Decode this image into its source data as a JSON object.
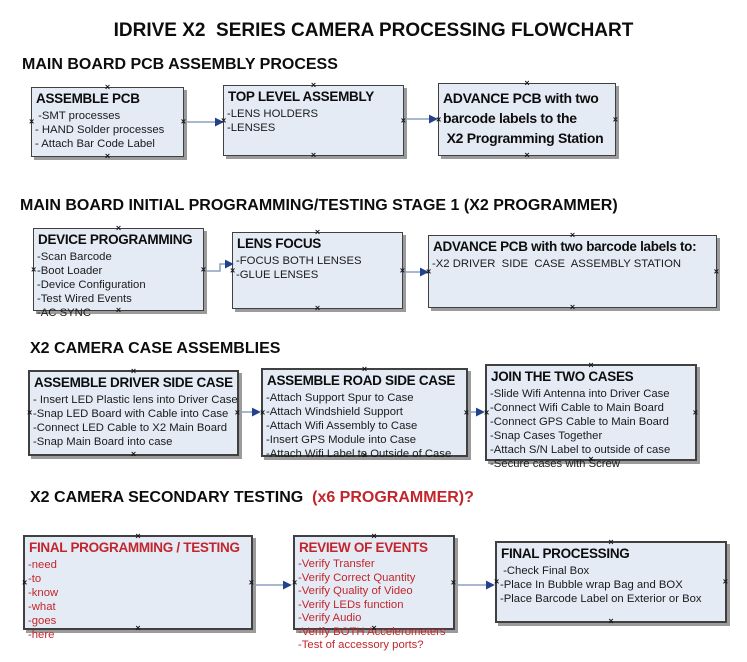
{
  "title": "IDRIVE X2  SERIES CAMERA PROCESSING FLOWCHART",
  "diagram": {
    "handle_glyph": "×"
  },
  "colors": {
    "box_fill": "#e4ebf5",
    "box_border": "#404040",
    "shadow": "#9b9b9b",
    "accent_red": "#c2262c",
    "arrow_line": "#8aa0c0",
    "arrow_head": "#24418c"
  },
  "sections": [
    {
      "heading": "MAIN BOARD PCB ASSEMBLY PROCESS",
      "boxes": [
        {
          "title": "ASSEMBLE PCB",
          "items": [
            " -SMT processes",
            "- HAND Solder processes",
            "- Attach Bar Code Label"
          ]
        },
        {
          "title": "TOP LEVEL ASSEMBLY",
          "items": [
            "-LENS HOLDERS",
            "-LENSES"
          ]
        },
        {
          "title": "ADVANCE PCB with two\nbarcode labels to the\n X2 Programming Station",
          "items": []
        }
      ]
    },
    {
      "heading": "MAIN BOARD INITIAL PROGRAMMING/TESTING STAGE 1 (X2 PROGRAMMER)",
      "boxes": [
        {
          "title": "DEVICE PROGRAMMING",
          "items": [
            "-Scan Barcode",
            "-Boot Loader",
            "-Device Configuration",
            "-Test Wired Events",
            "-AC SYNC"
          ]
        },
        {
          "title": "LENS FOCUS",
          "items": [
            "-FOCUS BOTH LENSES",
            "-GLUE LENSES"
          ]
        },
        {
          "title": "ADVANCE PCB with two barcode labels to:",
          "items": [
            "-X2 DRIVER  SIDE  CASE  ASSEMBLY STATION"
          ]
        }
      ]
    },
    {
      "heading": "X2 CAMERA CASE ASSEMBLIES",
      "boxes": [
        {
          "title": "ASSEMBLE DRIVER SIDE CASE",
          "items": [
            "- Insert LED Plastic lens into Driver Case",
            "-Snap LED Board with Cable into Case",
            "-Connect LED Cable to X2 Main Board",
            "-Snap Main Board into case"
          ]
        },
        {
          "title": "ASSEMBLE ROAD SIDE CASE",
          "items": [
            "-Attach Support Spur to Case",
            "-Attach Windshield Support",
            "-Attach Wifi Assembly to Case",
            "-Insert GPS Module into Case",
            "-Attach Wifi Label to Outside of Case"
          ]
        },
        {
          "title": "JOIN THE TWO CASES",
          "items": [
            "-Slide Wifi Antenna into Driver Case",
            "-Connect Wifi Cable to Main Board",
            "-Connect GPS Cable to Main Board",
            "-Snap Cases Together",
            "-Attach S/N Label to outside of case",
            "-Secure cases with Screw"
          ]
        }
      ]
    },
    {
      "heading_black": "X2 CAMERA SECONDARY TESTING  ",
      "heading_red": "(x6 PROGRAMMER)?",
      "boxes": [
        {
          "title": "FINAL PROGRAMMING / TESTING",
          "items": [
            "-need",
            "-to",
            "-know",
            "-what",
            "-goes",
            "-here"
          ]
        },
        {
          "title": "REVIEW OF EVENTS",
          "items": [
            "-Verify Transfer",
            "-Verify Correct Quantity",
            "-Verify Quality of Video",
            "-Verify LEDs function",
            "-Verify Audio",
            "-Verify BOTH Accelerometers",
            "-Test of accessory ports?"
          ]
        },
        {
          "title": "FINAL PROCESSING",
          "items": [
            " -Check Final Box",
            "-Place In Bubble wrap Bag and BOX",
            "-Place Barcode Label on Exterior or Box"
          ]
        }
      ]
    }
  ]
}
